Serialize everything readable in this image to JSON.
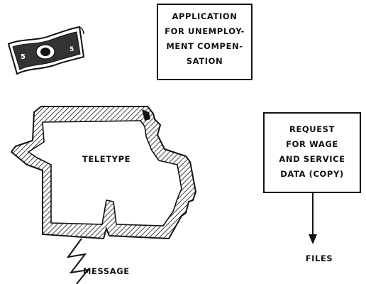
{
  "application_box": {
    "lines": [
      "APPLICATION",
      "FOR UNEMPLOY-",
      "MENT COMPEN-",
      "SATION"
    ]
  },
  "request_box": {
    "lines": [
      "REQUEST",
      "FOR WAGE",
      "AND SERVICE",
      "DATA (COPY)"
    ]
  },
  "teletype_label": "TELETYPE",
  "files_label": "FILES",
  "message_label": "MESSAGE",
  "icons": [
    "dollar-bill-icon",
    "teletype-machine-icon",
    "lightning-message-icon",
    "arrow-down-icon"
  ]
}
